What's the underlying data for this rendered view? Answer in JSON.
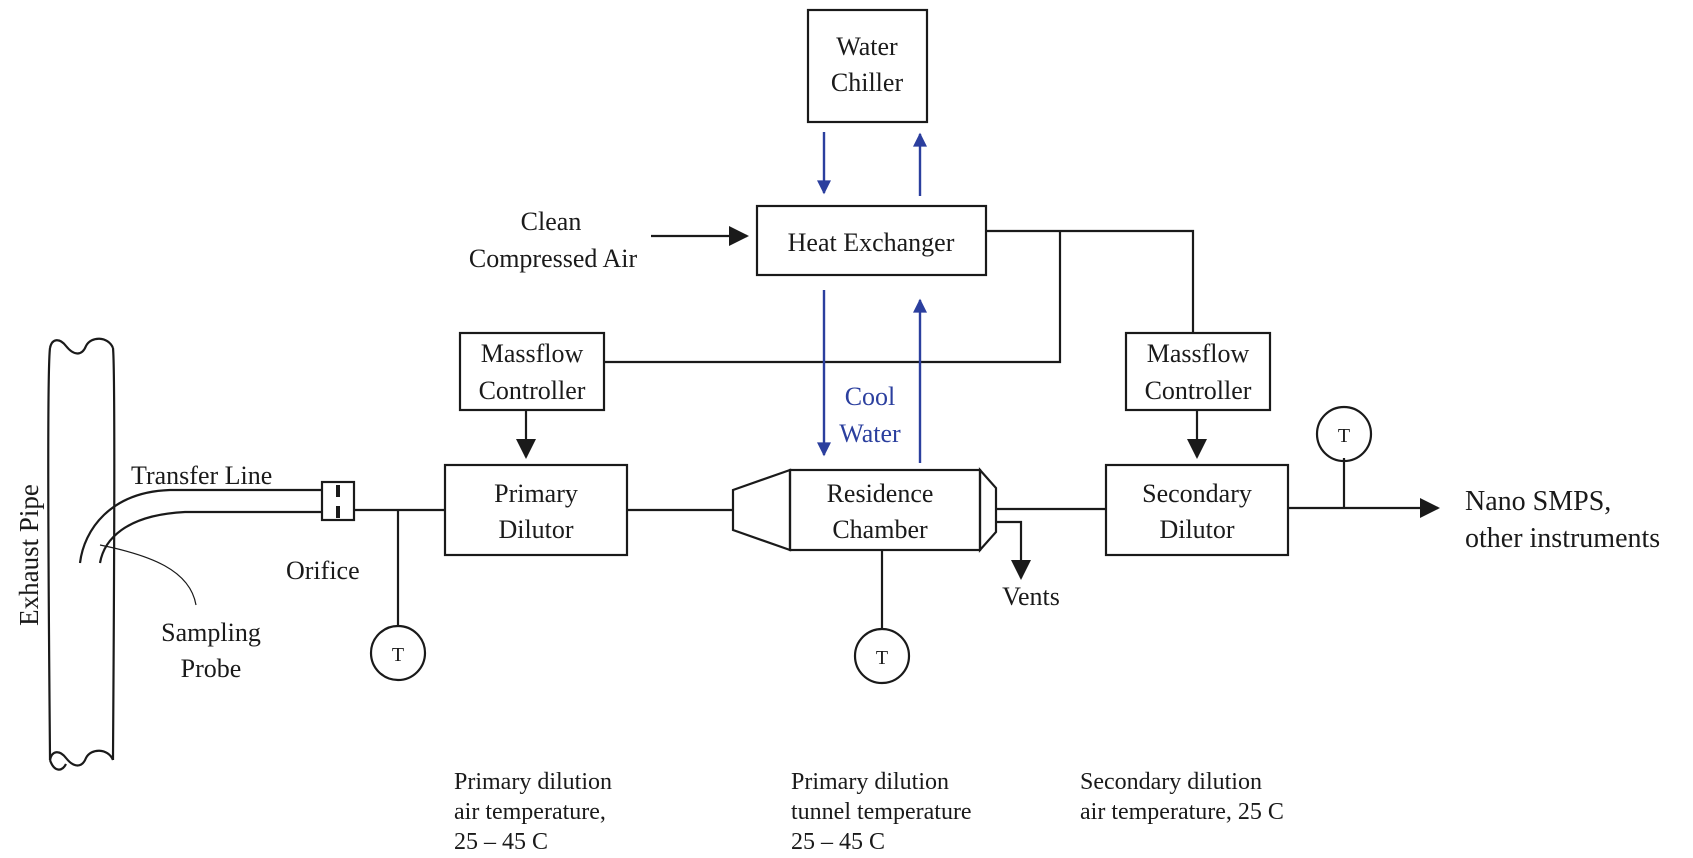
{
  "colors": {
    "line": "#1a1a1a",
    "water": "#2b3f9e",
    "background": "#ffffff"
  },
  "labels": {
    "exhaust_pipe": "Exhaust Pipe",
    "transfer_line": "Transfer Line",
    "orifice": "Orifice",
    "sampling_probe": [
      "Sampling",
      "Probe"
    ],
    "water_chiller": [
      "Water",
      "Chiller"
    ],
    "clean_air": [
      "Clean",
      "Compressed Air"
    ],
    "heat_exchanger": "Heat Exchanger",
    "massflow_left": [
      "Massflow",
      "Controller"
    ],
    "massflow_right": [
      "Massflow",
      "Controller"
    ],
    "cool_water": [
      "Cool",
      "Water"
    ],
    "primary_dilutor": [
      "Primary",
      "Dilutor"
    ],
    "residence_chamber": [
      "Residence",
      "Chamber"
    ],
    "secondary_dilutor": [
      "Secondary",
      "Dilutor"
    ],
    "vents": "Vents",
    "output": [
      "Nano SMPS,",
      "other instruments"
    ],
    "thermocouple": "T"
  },
  "notes": {
    "primary_air": [
      "Primary dilution",
      "air temperature,",
      "25 – 45 C"
    ],
    "tunnel": [
      "Primary dilution",
      "tunnel temperature",
      "25 – 45 C"
    ],
    "secondary_air": [
      "Secondary dilution",
      "air temperature, 25 C"
    ]
  }
}
